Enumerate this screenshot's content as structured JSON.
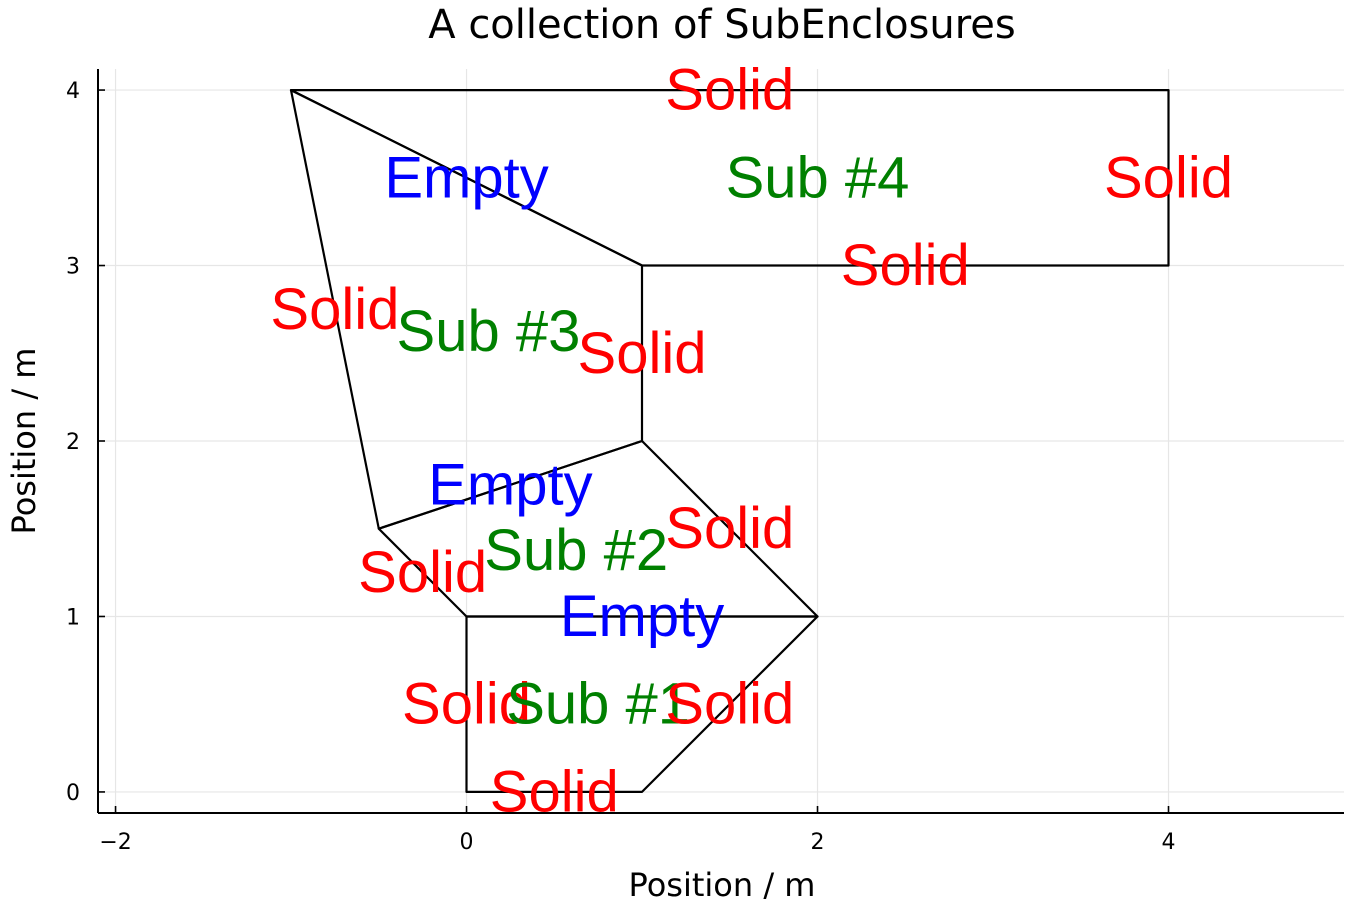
{
  "chart_data": {
    "type": "line",
    "title": "A collection of SubEnclosures",
    "xlabel": "Position / m",
    "ylabel": "Position / m",
    "xlim": [
      -2.1,
      5.0
    ],
    "ylim": [
      -0.12,
      4.12
    ],
    "xticks": [
      -2,
      0,
      2,
      4
    ],
    "xtick_labels": [
      "−2",
      "0",
      "2",
      "4"
    ],
    "yticks": [
      0,
      1,
      2,
      3,
      4
    ],
    "ytick_labels": [
      "0",
      "1",
      "2",
      "3",
      "4"
    ],
    "grid": true,
    "colors": {
      "solid": "#ff0000",
      "empty": "#0000ff",
      "sub": "#008000",
      "outline": "#000000"
    },
    "enclosures": [
      {
        "points": [
          [
            0,
            0
          ],
          [
            1,
            0
          ],
          [
            2,
            1
          ],
          [
            0,
            1
          ]
        ]
      },
      {
        "points": [
          [
            0,
            1
          ],
          [
            2,
            1
          ],
          [
            1,
            2
          ],
          [
            -0.5,
            1.5
          ]
        ]
      },
      {
        "points": [
          [
            -0.5,
            1.5
          ],
          [
            1,
            2
          ],
          [
            1,
            3
          ],
          [
            -1,
            4
          ]
        ]
      },
      {
        "points": [
          [
            -1,
            4
          ],
          [
            4,
            4
          ],
          [
            4,
            3
          ],
          [
            1,
            3
          ]
        ]
      }
    ],
    "labels": [
      {
        "text": "Solid",
        "x": 1.5,
        "y": 4.0,
        "kind": "solid"
      },
      {
        "text": "Empty",
        "x": 0.0,
        "y": 3.5,
        "kind": "empty"
      },
      {
        "text": "Sub #4",
        "x": 2.0,
        "y": 3.5,
        "kind": "sub"
      },
      {
        "text": "Solid",
        "x": 4.0,
        "y": 3.5,
        "kind": "solid"
      },
      {
        "text": "Solid",
        "x": 2.5,
        "y": 3.0,
        "kind": "solid"
      },
      {
        "text": "Solid",
        "x": -0.75,
        "y": 2.75,
        "kind": "solid"
      },
      {
        "text": "Sub #3",
        "x": 0.125,
        "y": 2.625,
        "kind": "sub"
      },
      {
        "text": "Solid",
        "x": 1.0,
        "y": 2.5,
        "kind": "solid"
      },
      {
        "text": "Empty",
        "x": 0.25,
        "y": 1.75,
        "kind": "empty"
      },
      {
        "text": "Solid",
        "x": 1.5,
        "y": 1.5,
        "kind": "solid"
      },
      {
        "text": "Sub #2",
        "x": 0.625,
        "y": 1.375,
        "kind": "sub"
      },
      {
        "text": "Solid",
        "x": -0.25,
        "y": 1.25,
        "kind": "solid"
      },
      {
        "text": "Empty",
        "x": 1.0,
        "y": 1.0,
        "kind": "empty"
      },
      {
        "text": "Solid",
        "x": 0.0,
        "y": 0.5,
        "kind": "solid"
      },
      {
        "text": "Sub #1",
        "x": 0.75,
        "y": 0.5,
        "kind": "sub"
      },
      {
        "text": "Solid",
        "x": 1.5,
        "y": 0.5,
        "kind": "solid"
      },
      {
        "text": "Solid",
        "x": 0.5,
        "y": 0.0,
        "kind": "solid"
      }
    ]
  }
}
